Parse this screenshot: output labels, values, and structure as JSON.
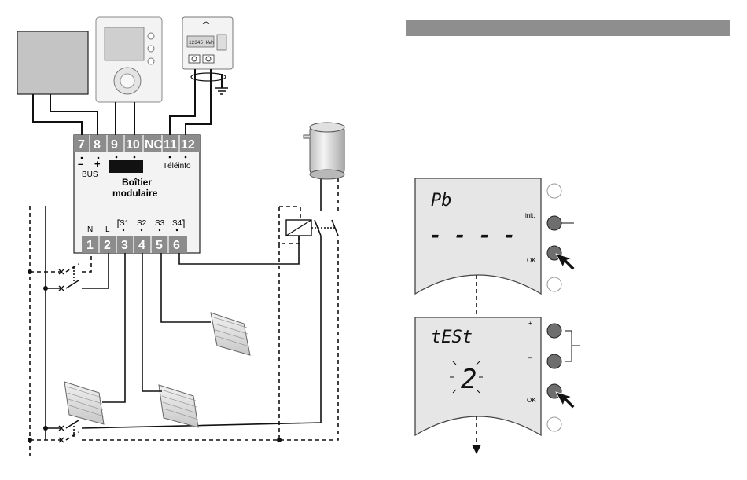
{
  "module": {
    "top_terminals": [
      "7",
      "8",
      "9",
      "10",
      "NC",
      "11",
      "12"
    ],
    "bottom_terminals": [
      "1",
      "2",
      "3",
      "4",
      "5",
      "6"
    ],
    "bus_minus": "–",
    "bus_plus": "+",
    "bus_label": "BUS",
    "teleinfo_label": "Téléinfo",
    "title_line1": "Boîtier",
    "title_line2": "modulaire",
    "bottom_labels": [
      "N",
      "L",
      "S1",
      "S2",
      "S3",
      "S4"
    ]
  },
  "meter": {
    "display": "12345 kWh"
  },
  "display_panel_1": {
    "line1": "Pb",
    "line2": "- - - -",
    "button_init": "init.",
    "button_ok": "OK"
  },
  "display_panel_2": {
    "line1": "tESt",
    "line2": "2",
    "button_plus": "+",
    "button_minus": "–",
    "button_ok": "OK"
  },
  "colors": {
    "terminal_bg": "#8c8c8c",
    "header_bar": "#8e8e8e",
    "panel_bg": "#e6e6e6",
    "button_fill": "#6e6e6e"
  }
}
